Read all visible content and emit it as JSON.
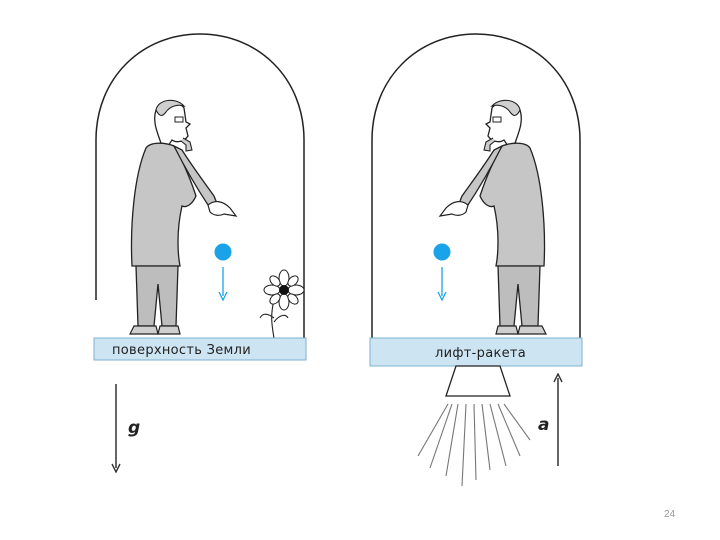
{
  "left_scene": {
    "floor_label": "поверхность Земли",
    "vector_label": "g"
  },
  "right_scene": {
    "floor_label": "лифт-ракета",
    "vector_label": "a"
  },
  "page_number": "24",
  "colors": {
    "outline": "#222222",
    "floor_fill": "#cde4f2",
    "floor_stroke": "#7fb0d0",
    "ball": "#1aa3e8",
    "coat": "#c6c6c6",
    "trousers": "#bdbdbd"
  }
}
